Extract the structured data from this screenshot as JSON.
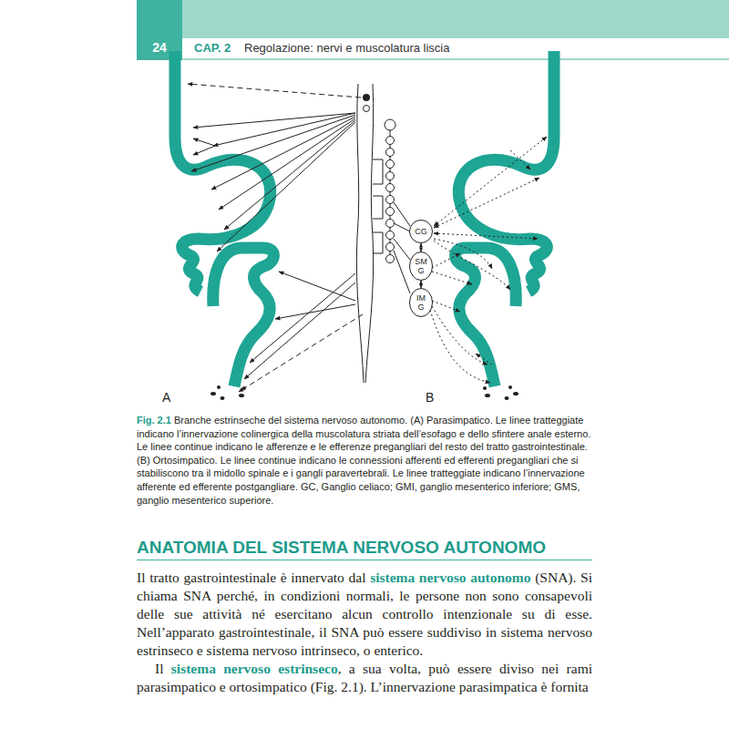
{
  "diagram": {
    "caption": "Branche estrinseche del sistema nervoso autonomo. (A) Parasimpatico. Le linee tratteggiate indicano l’innervazione colinergica della muscolatura striata dell’esofago e dello sfintere anale esterno. Le linee continue indicano le afferenze e le efferenze pregangliari del resto del tratto gastrointestinale. (B) Ortosimpatico. Le linee continue indicano le connessioni afferenti ed efferenti pregangliari che si stabiliscono tra il midollo spinale e i gangli paravertebrali. Le linee tratteggiate indicano l’innervazione afferente ed efferente postgangliare. GC, Ganglio celiaco; GMI, ganglio mesenterico inferiore; GMS, ganglio mesenterico superiore.",
    "nodes": [
      {
        "text": [
          "CG"
        ]
      },
      {
        "text": [
          "SM G"
        ]
      },
      {
        "text": [
          "IM G"
        ]
      }
    ],
    "edges": [
      {
        "from": 0,
        "to": 1,
        "arrow": "both"
      },
      {
        "from": 1,
        "to": 2,
        "arrow": "both"
      }
    ],
    "labels": [
      "24",
      "CAP. 2",
      "Regolazione: nervi e muscolatura liscia",
      "A",
      "B",
      "Fig. 2.1",
      "ANATOMIA DEL SISTEMA NERVOSO AUTONOMO",
      "Il tratto gastrointestinale è innervato dal ",
      "sistema nervoso autonomo",
      " (SNA). Si chiama SNA perché, in condizioni normali, le persone non sono consapevoli delle sue attività né esercitano alcun controllo intenzionale su di esse. Nell’apparato gastrointestinale, il SNA può essere suddiviso in sistema nervoso estrinseco e sistema nervoso intrinseco, o enterico.",
      "Il ",
      "sistema nervoso estrinseco",
      ", a sua volta, può essere diviso nei rami parasimpatico e ortosimpatico (Fig. 2.1). L’innervazione parasimpatica è fornita"
    ]
  }
}
